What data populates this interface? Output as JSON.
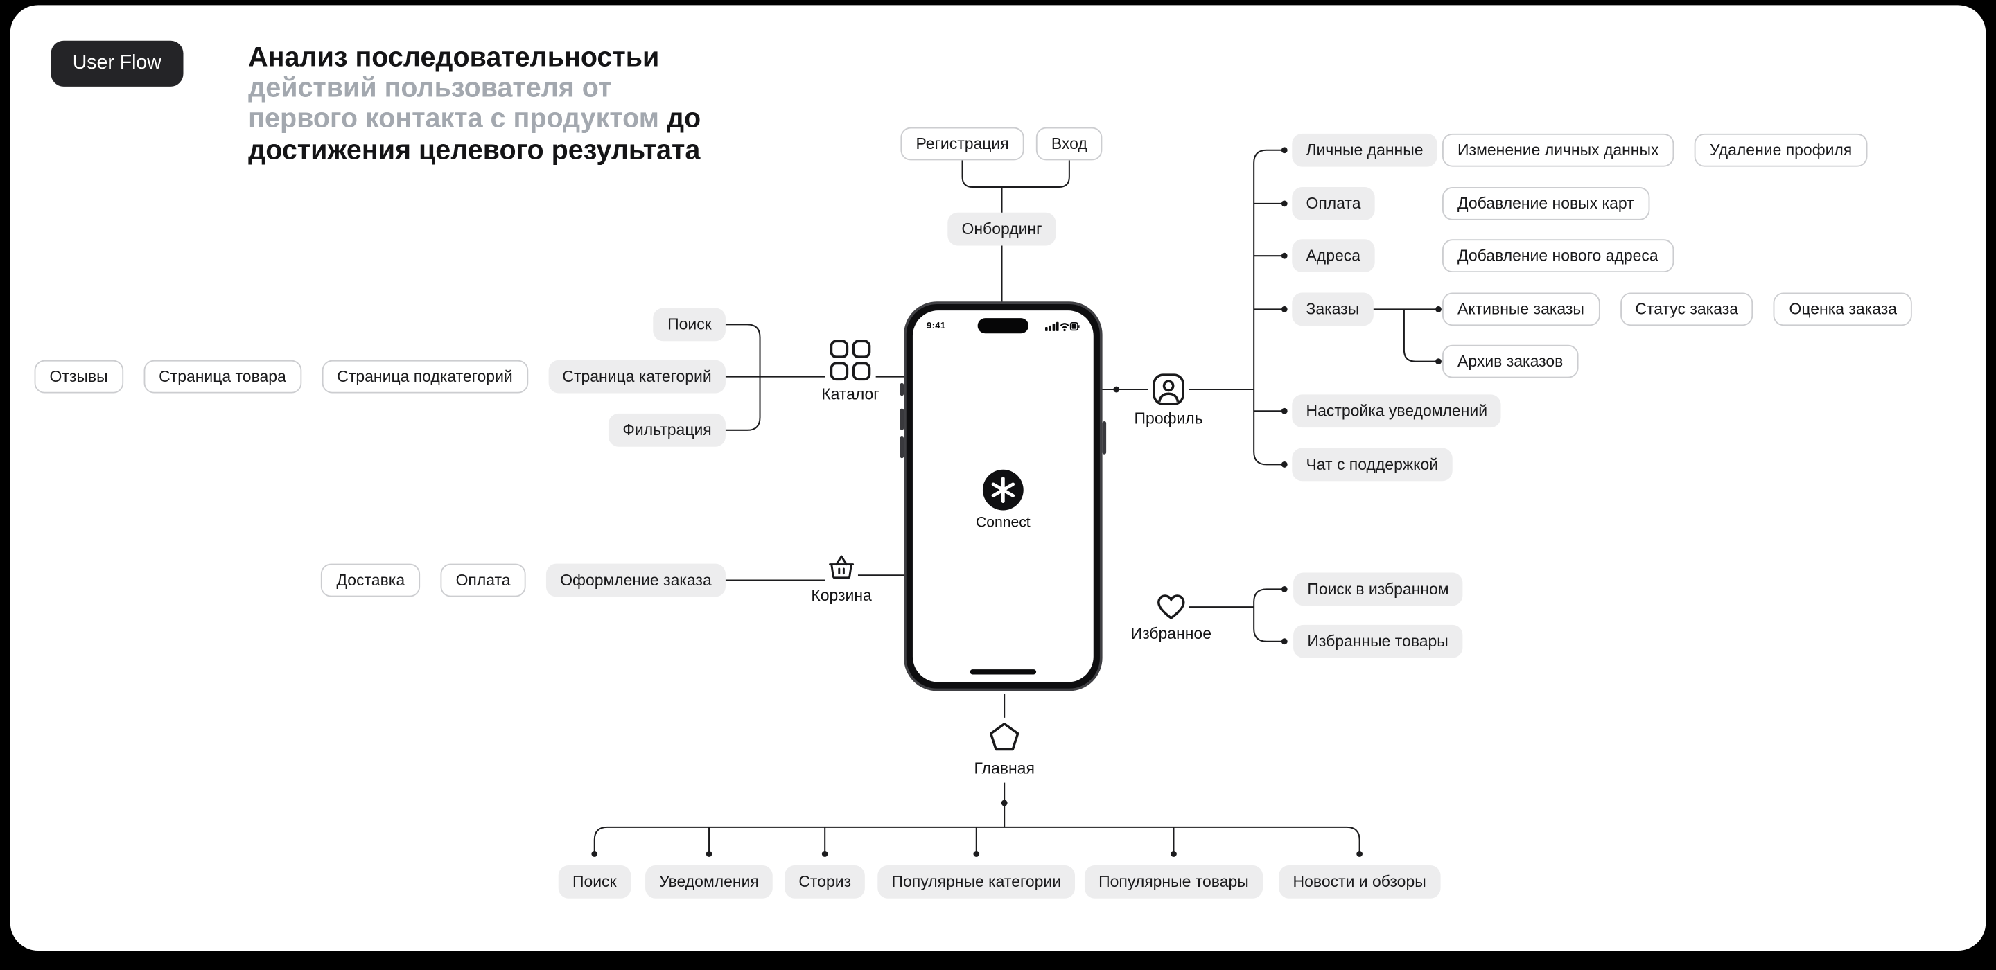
{
  "badge": "User Flow",
  "title": {
    "line1": "Анализ последовательностьи",
    "line2": "действий пользователя от",
    "line3_gray": "первого контакта с продуктом",
    "line3_black": "до",
    "line4": "достижения целевого результата"
  },
  "phone": {
    "time": "9:41",
    "brand": "Connect"
  },
  "auth": {
    "registration": "Регистрация",
    "login": "Вход",
    "onboarding": "Онбординг"
  },
  "catalog": {
    "label": "Каталог",
    "search": "Поиск",
    "category_page": "Страница категорий",
    "filter": "Фильтрация",
    "subcategory_page": "Страница подкатегорий",
    "product_page": "Страница товара",
    "reviews": "Отзывы"
  },
  "cart": {
    "label": "Корзина",
    "checkout": "Оформление заказа",
    "payment": "Оплата",
    "delivery": "Доставка"
  },
  "profile": {
    "label": "Профиль",
    "personal": "Личные данные",
    "personal_edit": "Изменение личных данных",
    "personal_delete": "Удаление профиля",
    "payment": "Оплата",
    "payment_add": "Добавление новых карт",
    "addresses": "Адреса",
    "addresses_add": "Добавление нового адреса",
    "orders": "Заказы",
    "orders_active": "Активные заказы",
    "order_status": "Статус заказа",
    "order_rate": "Оценка заказа",
    "orders_archive": "Архив заказов",
    "notifications": "Настройка уведомлений",
    "support_chat": "Чат с поддержкой"
  },
  "favorites": {
    "label": "Избранное",
    "search": "Поиск в избранном",
    "items": "Избранные товары"
  },
  "home": {
    "label": "Главная",
    "items": [
      "Поиск",
      "Уведомления",
      "Сториз",
      "Популярные категории",
      "Популярные товары",
      "Новости и обзоры"
    ]
  },
  "colors": {
    "background": "#000000",
    "card": "#ffffff",
    "pill_fill": "#ededee",
    "pill_outline_border": "#cccdd0",
    "line": "#1c1c1e",
    "title_muted": "#a3a8af",
    "badge_bg": "#242427"
  }
}
